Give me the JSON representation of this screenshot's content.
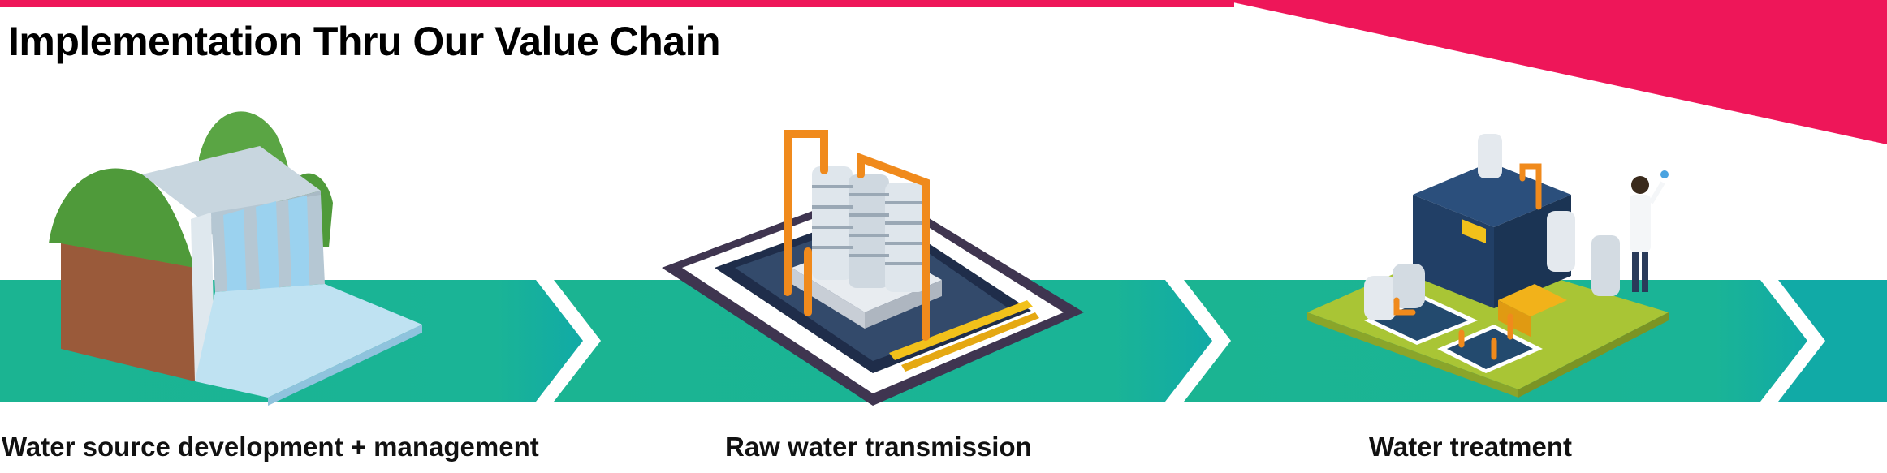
{
  "header": {
    "title": "Implementation Thru Our Value Chain"
  },
  "steps": [
    {
      "label": "Water source development + management",
      "icon": "dam-icon"
    },
    {
      "label": "Raw water transmission",
      "icon": "water-tank-platform-icon"
    },
    {
      "label": "Water treatment",
      "icon": "water-treatment-plant-icon"
    }
  ],
  "colors": {
    "accent": "#ee1659",
    "band": "#1bb492",
    "band_end": "#12aea4"
  }
}
